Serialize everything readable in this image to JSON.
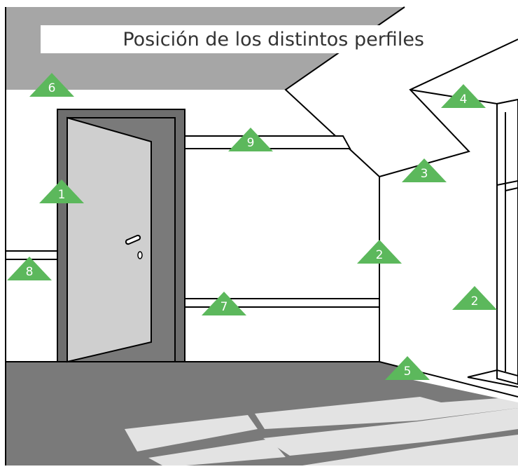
{
  "title": "Posición de los distintos perfiles",
  "colors": {
    "marker": "#5cb85c",
    "ceiling": "#a6a6a6",
    "floor": "#7a7a7a",
    "frame": "#6e6e6e",
    "door": "#cfcfcf",
    "light": "#e3e3e3"
  },
  "markers": [
    {
      "id": "m6",
      "label": "6"
    },
    {
      "id": "m4",
      "label": "4"
    },
    {
      "id": "m9",
      "label": "9"
    },
    {
      "id": "m3",
      "label": "3"
    },
    {
      "id": "m1",
      "label": "1"
    },
    {
      "id": "m8",
      "label": "8"
    },
    {
      "id": "m2a",
      "label": "2"
    },
    {
      "id": "m2b",
      "label": "2"
    },
    {
      "id": "m7",
      "label": "7"
    },
    {
      "id": "m5",
      "label": "5"
    }
  ]
}
